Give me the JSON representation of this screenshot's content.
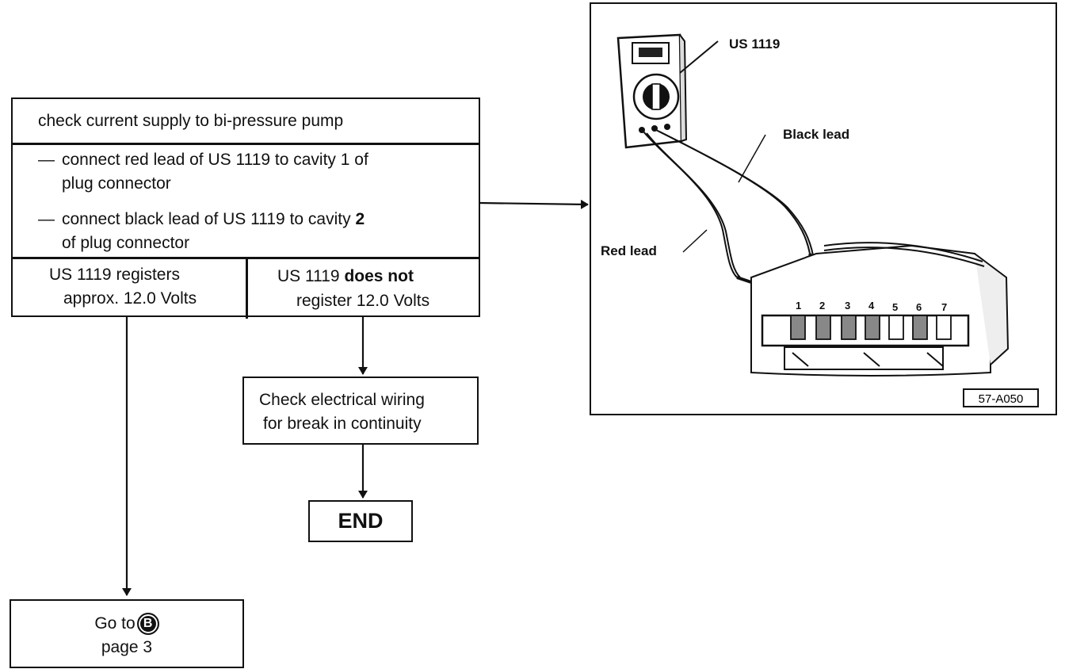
{
  "header": {
    "title": "check current supply to bi-pressure pump"
  },
  "steps": {
    "step1_dash": "—",
    "step1_line1": "connect red lead of US 1119 to cavity 1 of",
    "step1_line2": "plug connector",
    "step2_dash": "—",
    "step2_line1": "connect black lead of US 1119 to cavity ",
    "step2_bold": "2",
    "step2_line2": "of plug connector"
  },
  "results": {
    "yes_line1": "US 1119 registers",
    "yes_line2": "approx. 12.0 Volts",
    "no_line1_a": "US 1119 ",
    "no_line1_b": "does not",
    "no_line2": "register 12.0 Volts"
  },
  "check_box": {
    "line1": "Check electrical wiring",
    "line2": "for break in continuity"
  },
  "end_box": {
    "label": "END"
  },
  "goto_box": {
    "prefix": "Go to",
    "circle_letter": "B",
    "line2": "page 3"
  },
  "illustration": {
    "meter_label": "US 1119",
    "black_lead_label": "Black lead",
    "red_lead_label": "Red lead",
    "cavity_numbers": [
      "1",
      "2",
      "3",
      "4",
      "5",
      "6",
      "7"
    ],
    "figure_id": "57-A050"
  }
}
